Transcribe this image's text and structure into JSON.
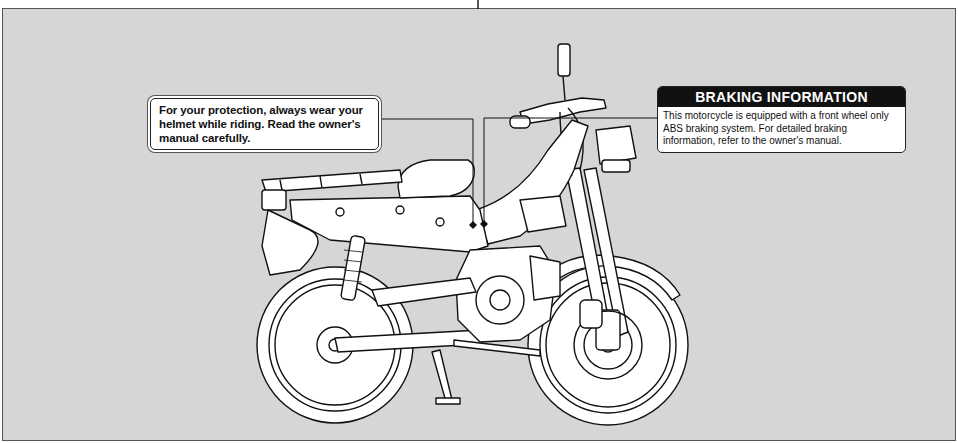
{
  "diagram": {
    "nodes": [
      {
        "text": [
          "For your protection, always wear your helmet while riding. Read the owner's manual carefully."
        ]
      },
      {
        "text": [
          "BRAKING INFORMATION",
          "This motorcycle is equipped with a front wheel only ABS braking system. For detailed braking information, refer to the owner's manual."
        ]
      }
    ]
  }
}
